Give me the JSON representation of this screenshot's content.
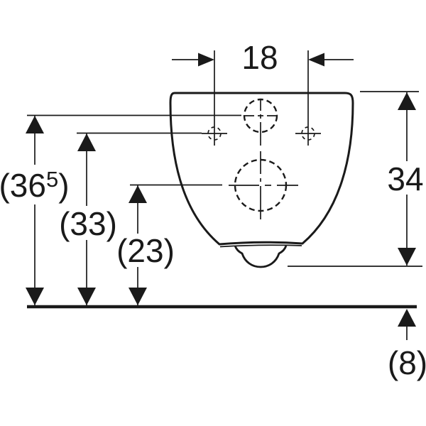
{
  "page": {
    "background_color": "#ffffff",
    "line_color": "#1a1a1a"
  },
  "diagram": {
    "kind": "technical-dimension-drawing",
    "subject": "wall-hung toilet, rear view with mounting holes, outlet and dimension lines",
    "dimensions": {
      "hole_spacing": {
        "label": "18",
        "value": 18,
        "orientation": "horizontal",
        "description": "distance between fixing-hole centerlines"
      },
      "height_top_hole": {
        "label_prefix": "(36",
        "label_sup": "5",
        "label_suffix": ")",
        "value": 36.5,
        "orientation": "vertical",
        "description": "floor to water-supply hole center"
      },
      "height_fixing_holes": {
        "label": "(33)",
        "value": 33,
        "orientation": "vertical",
        "description": "floor to fixing-hole centers"
      },
      "height_outlet": {
        "label": "(23)",
        "value": 23,
        "orientation": "vertical",
        "description": "floor to outlet center"
      },
      "body_height": {
        "label": "34",
        "value": 34,
        "orientation": "vertical",
        "description": "overall ceramic body height"
      },
      "floor_clearance": {
        "label": "(8)",
        "value": 8,
        "orientation": "vertical",
        "description": "clearance between body and floor"
      }
    }
  }
}
